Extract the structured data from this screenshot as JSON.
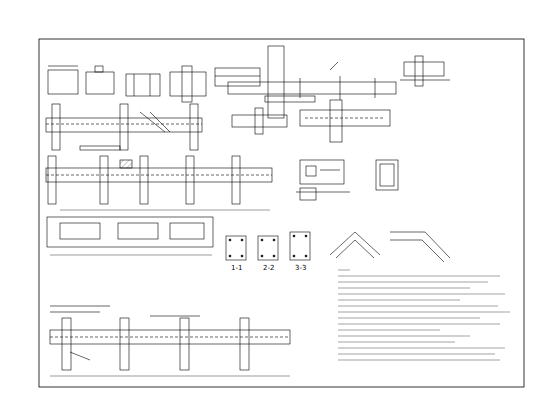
{
  "diagram": {
    "labels": [
      "1-1",
      "2-2",
      "3-3"
    ]
  }
}
